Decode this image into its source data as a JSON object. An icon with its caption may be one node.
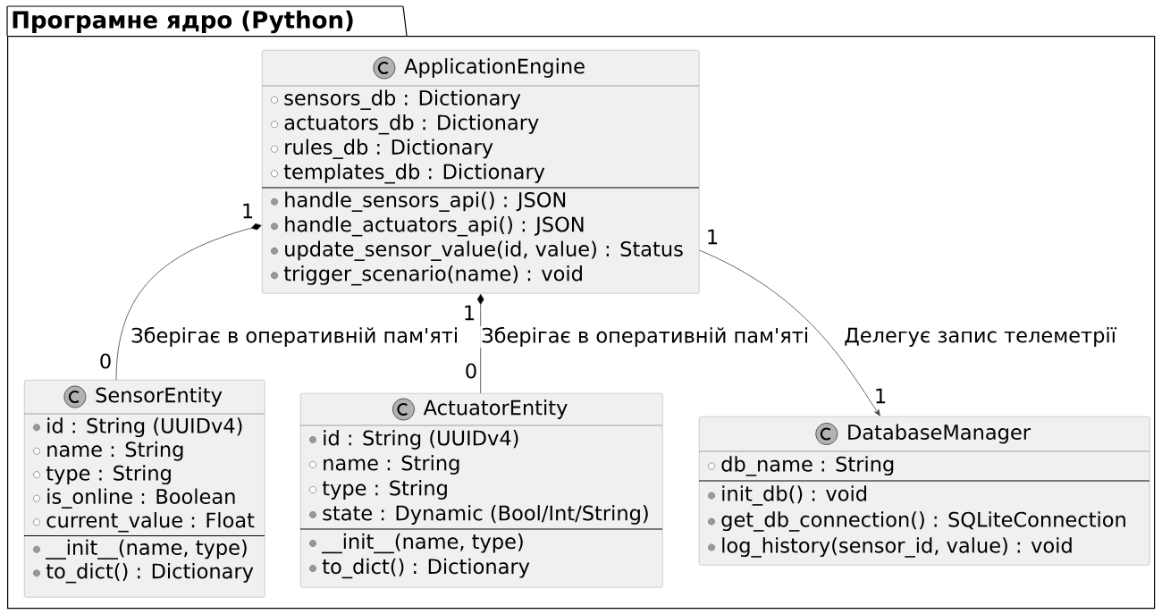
{
  "diagram": {
    "nodes": [
      {
        "text": [
          "Програмне ядро (Python)"
        ]
      },
      {
        "text": [
          "ApplicationEngine",
          "sensors_db : Dictionary",
          "actuators_db : Dictionary",
          "rules_db : Dictionary",
          "templates_db : Dictionary",
          "handle_sensors_api() : JSON",
          "handle_actuators_api() : JSON",
          "update_sensor_value(id, value) : Status",
          "trigger_scenario(name) : void"
        ],
        "in": 0
      },
      {
        "text": [
          "SensorEntity",
          "id : String (UUIDv4)",
          "name : String",
          "type : String",
          "is_online : Boolean",
          "current_value : Float",
          "__init__(name, type)",
          "to_dict() : Dictionary"
        ],
        "in": 0
      },
      {
        "text": [
          "ActuatorEntity",
          "id : String (UUIDv4)",
          "name : String",
          "type : String",
          "state : Dynamic (Bool/Int/String)",
          "__init__(name, type)",
          "to_dict() : Dictionary"
        ],
        "in": 0
      },
      {
        "text": [
          "DatabaseManager",
          "db_name : String",
          "init_db() : void",
          "get_db_connection() : SQLiteConnection",
          "log_history(sensor_id, value) : void"
        ],
        "in": 0
      }
    ],
    "edges": [
      {
        "from": 1,
        "to": 2,
        "arrow": "other",
        "label": "Зберігає в оперативній пам'яті"
      },
      {
        "from": 1,
        "to": 3,
        "arrow": "other",
        "label": "Зберігає в оперативній пам'яті"
      },
      {
        "from": 1,
        "to": 4,
        "arrow": "to",
        "label": "Делегує запис телеметрії"
      }
    ],
    "labels": [
      "1",
      "0",
      "1",
      "0",
      "1",
      "1"
    ]
  }
}
